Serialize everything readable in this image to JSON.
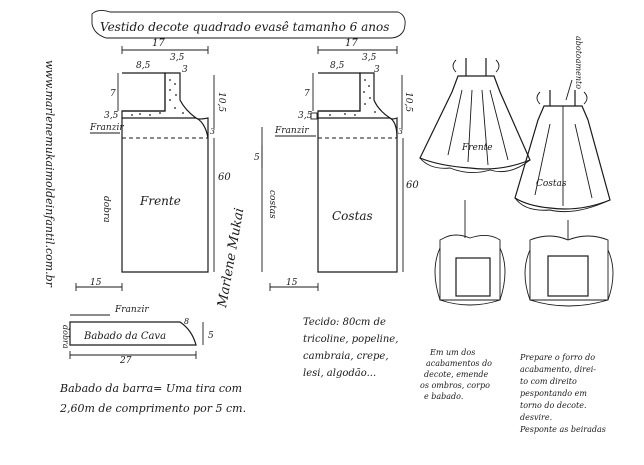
{
  "title": "Vestido decote quadrado evasê tamanho 6 anos",
  "website": "www.marlenemukaimoldeinfantil.com.br",
  "front": {
    "label": "Frente",
    "fold": "dobra",
    "gather": "Franzir",
    "dims": {
      "width": "17",
      "yoke_w": "8,5",
      "shoulder": "3,5",
      "neck_h": "7",
      "armhole": "10,5",
      "side_top": "3,5",
      "small": "3",
      "length": "60",
      "hem": "15"
    }
  },
  "back": {
    "label": "Costas",
    "fold": "costas",
    "gather": "Franzir",
    "dims": {
      "width": "17",
      "yoke_w": "8,5",
      "shoulder": "3,5",
      "neck_h": "7",
      "armhole": "10,5",
      "side_top": "3,5",
      "small": "3",
      "left": "5",
      "length": "60",
      "hem": "15"
    }
  },
  "ruffle": {
    "label": "Babado da Cava",
    "fold": "dobra",
    "gather": "Franzir",
    "dims": {
      "w": "27",
      "h": "5",
      "side": "8"
    }
  },
  "signature": "Marlene Mukai",
  "notes": {
    "barra": [
      "Babado da barra= Uma tira com",
      "2,60m de comprimento por 5 cm."
    ],
    "tecido": [
      "Tecido: 80cm de",
      "tricoline, popeline,",
      "cambraia, crepe,",
      "lesi, algodão..."
    ],
    "acabamento_left": [
      "Em um dos",
      "acabamentos do",
      "decote, emende",
      "os ombros, corpo",
      "e babado."
    ],
    "acabamento_right": [
      "Prepare o forro do",
      "acabamento, direi-",
      "to com direito",
      "pespontando em",
      "torno do decote.",
      "desvire.",
      "Pesponte as beiradas"
    ]
  },
  "illustration": {
    "front_label": "Frente",
    "back_label": "Costas",
    "closing": "abotoamento"
  }
}
